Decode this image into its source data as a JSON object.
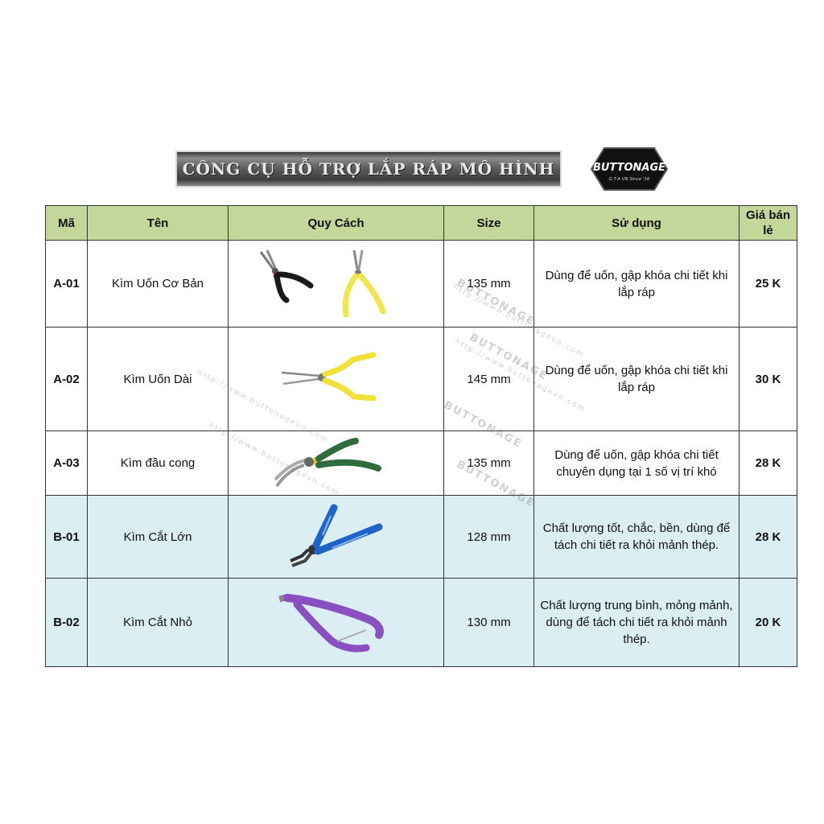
{
  "banner": {
    "title": "CÔNG CỤ HỖ TRỢ LẮP RÁP MÔ HÌNH"
  },
  "logo": {
    "name": "BUTTONAGE",
    "tagline": "G.T.A VN Since '16"
  },
  "table": {
    "headers": {
      "code": "Mã",
      "name": "Tên",
      "spec": "Quy Cách",
      "size": "Size",
      "usage": "Sử dụng",
      "price": "Giá bán lẻ"
    },
    "rows": [
      {
        "code": "A-01",
        "name": "Kìm Uốn Cơ Bản",
        "image": "needle-nose-pliers-black-and-yellow-icon",
        "size": "135 mm",
        "usage": "Dùng để uốn, gập khóa chi tiết khi lắp ráp",
        "price": "25 K"
      },
      {
        "code": "A-02",
        "name": "Kìm Uốn Dài",
        "image": "long-nose-pliers-yellow-icon",
        "size": "145 mm",
        "usage": "Dùng để uốn, gập khóa chi tiết khi lắp ráp",
        "price": "30 K"
      },
      {
        "code": "A-03",
        "name": "Kìm đầu cong",
        "image": "bent-nose-pliers-green-icon",
        "size": "135 mm",
        "usage": "Dùng để uốn, gập khóa chi tiết chuyên dụng tại 1 số vị trí khó",
        "price": "28 K"
      },
      {
        "code": "B-01",
        "name": "Kìm Cắt Lớn",
        "image": "side-cutter-blue-icon",
        "size": "128 mm",
        "usage": "Chất lượng tốt, chắc, bền, dùng để tách chi tiết ra khỏi mảnh thép.",
        "price": "28 K"
      },
      {
        "code": "B-02",
        "name": "Kìm Cắt Nhỏ",
        "image": "nipper-purple-icon",
        "size": "130 mm",
        "usage": "Chất lượng trung bình, mỏng mảnh, dùng để tách chi tiết ra khỏi mảnh thép.",
        "price": "20 K"
      }
    ]
  },
  "watermarks": {
    "brand": "BUTTONAGE",
    "url": "http://www.buttonagevn.com"
  },
  "colors": {
    "header_bg": "#c4d79b",
    "row_a_bg": "#ffffff",
    "row_b_bg": "#dbeef4"
  }
}
